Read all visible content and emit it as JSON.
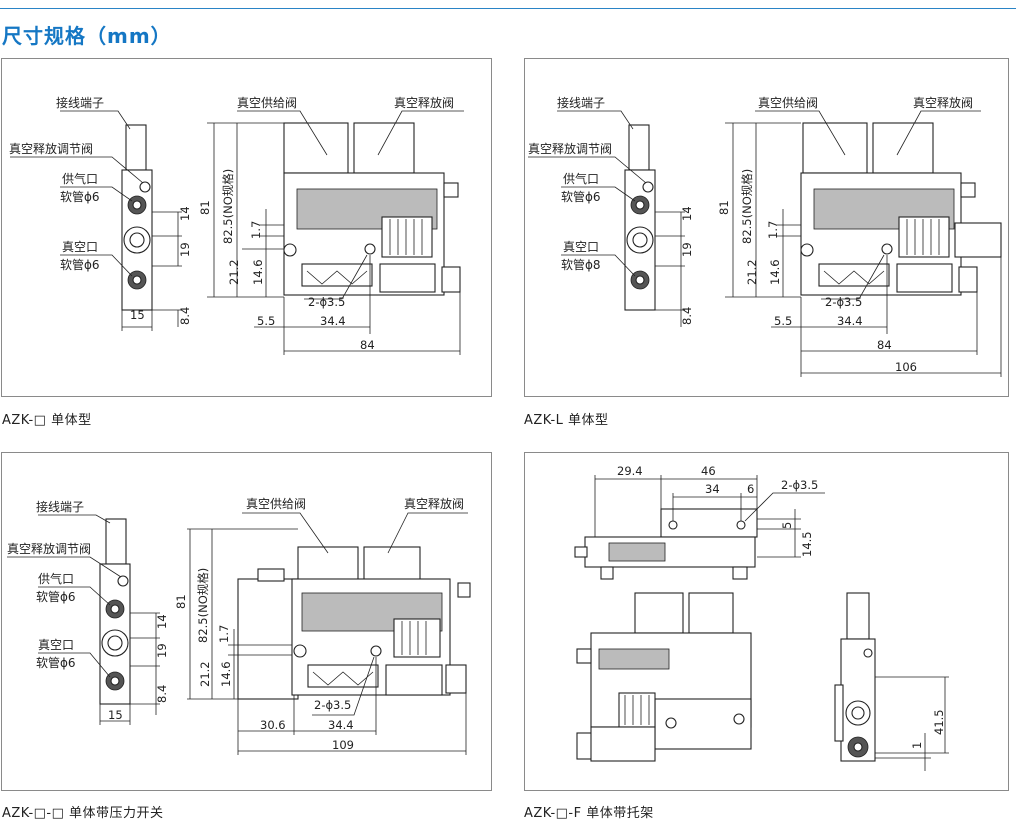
{
  "header": {
    "title": "尺寸规格（mm）"
  },
  "panels": [
    {
      "caption": "AZK-□  单体型",
      "labels": {
        "terminal": "接线端子",
        "regulator": "真空释放调节阀",
        "supply_port": "供气口",
        "supply_tube": "软管ϕ6",
        "vacuum_port": "真空口",
        "vacuum_tube": "软管ϕ6",
        "supply_valve": "真空供给阀",
        "release_valve": "真空释放阀"
      },
      "dims": {
        "d81": "81",
        "d825": "82.5(NO规格)",
        "d14": "14",
        "d19": "19",
        "d84w": "8.4",
        "d15": "15",
        "d17": "1.7",
        "d146": "14.6",
        "d212": "21.2",
        "hole": "2-ϕ3.5",
        "d55": "5.5",
        "d344": "34.4",
        "d84": "84"
      }
    },
    {
      "caption": "AZK-L  单体型",
      "labels": {
        "terminal": "接线端子",
        "regulator": "真空释放调节阀",
        "supply_port": "供气口",
        "supply_tube": "软管ϕ6",
        "vacuum_port": "真空口",
        "vacuum_tube": "软管ϕ8",
        "supply_valve": "真空供给阀",
        "release_valve": "真空释放阀"
      },
      "dims": {
        "d81": "81",
        "d825": "82.5(NO规格)",
        "d14": "14",
        "d19": "19",
        "d84w": "8.4",
        "d17": "1.7",
        "d146": "14.6",
        "d212": "21.2",
        "hole": "2-ϕ3.5",
        "d55": "5.5",
        "d344": "34.4",
        "d84": "84",
        "d106": "106"
      }
    },
    {
      "caption": "AZK-□-□  单体带压力开关",
      "labels": {
        "terminal": "接线端子",
        "regulator": "真空释放调节阀",
        "supply_port": "供气口",
        "supply_tube": "软管ϕ6",
        "vacuum_port": "真空口",
        "vacuum_tube": "软管ϕ6",
        "supply_valve": "真空供给阀",
        "release_valve": "真空释放阀"
      },
      "dims": {
        "d81": "81",
        "d825": "82.5(NO规格)",
        "d14": "14",
        "d19": "19",
        "d84w": "8.4",
        "d15": "15",
        "d17": "1.7",
        "d146": "14.6",
        "d212": "21.2",
        "hole": "2-ϕ3.5",
        "d306": "30.6",
        "d344": "34.4",
        "d109": "109"
      }
    },
    {
      "caption": "AZK-□-F  单体带托架",
      "dims": {
        "d294": "29.4",
        "d46": "46",
        "d34": "34",
        "d6": "6",
        "hole": "2-ϕ3.5",
        "d5": "5",
        "d145": "14.5",
        "d415": "41.5",
        "d1": "1"
      }
    }
  ]
}
